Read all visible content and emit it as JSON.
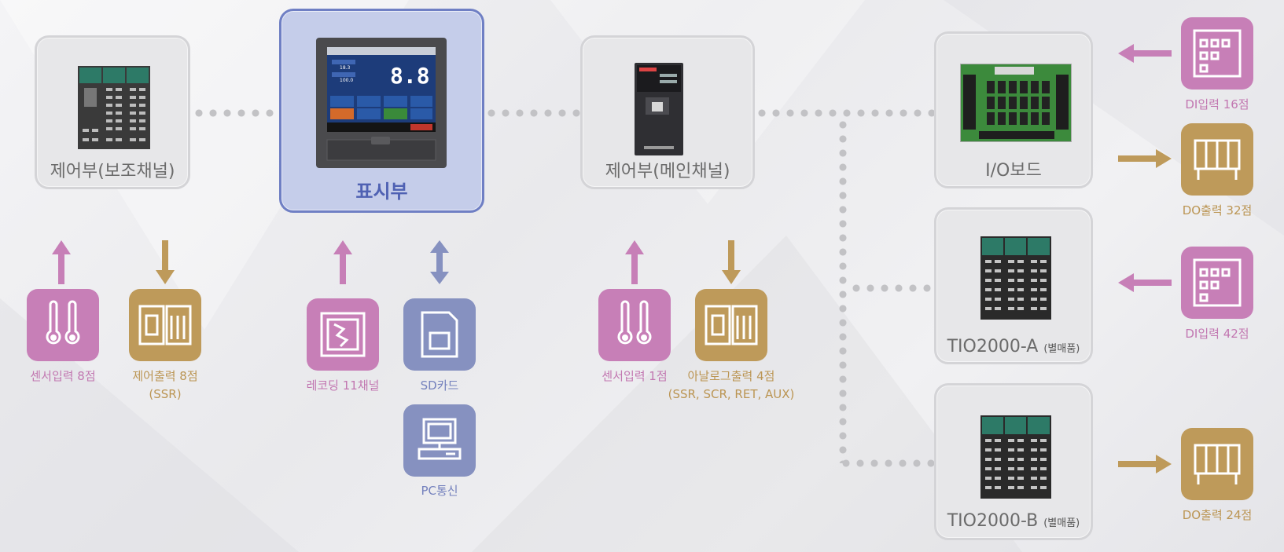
{
  "units": {
    "aux": {
      "label": "제어부(보조채널)"
    },
    "display": {
      "label": "표시부"
    },
    "main": {
      "label": "제어부(메인채널)"
    },
    "io": {
      "label": "I/O보드"
    },
    "tio_a": {
      "label": "TIO2000-A",
      "note": "(별매품)"
    },
    "tio_b": {
      "label": "TIO2000-B",
      "note": "(별매품)"
    }
  },
  "screen": {
    "big_value": "8.8",
    "pv": "18.3",
    "sv": "100.0"
  },
  "items": {
    "sensor8": "센서입력 8점",
    "ctrl8_line1": "제어출력 8점",
    "ctrl8_line2": "(SSR)",
    "rec": "레코딩 11채널",
    "sd": "SD카드",
    "pc": "PC통신",
    "sensor1": "센서입력 1점",
    "analog_line1": "아날로그출력 4점",
    "analog_line2": "(SSR, SCR, RET, AUX)",
    "di16": "DI입력 16점",
    "do32": "DO출력 32점",
    "di42": "DI입력 42점",
    "do24": "DO출력 24점"
  },
  "colors": {
    "pink": "#c77fb7",
    "gold": "#be9a5a",
    "blue": "#8691c0",
    "main_border": "#6f7fc4"
  }
}
